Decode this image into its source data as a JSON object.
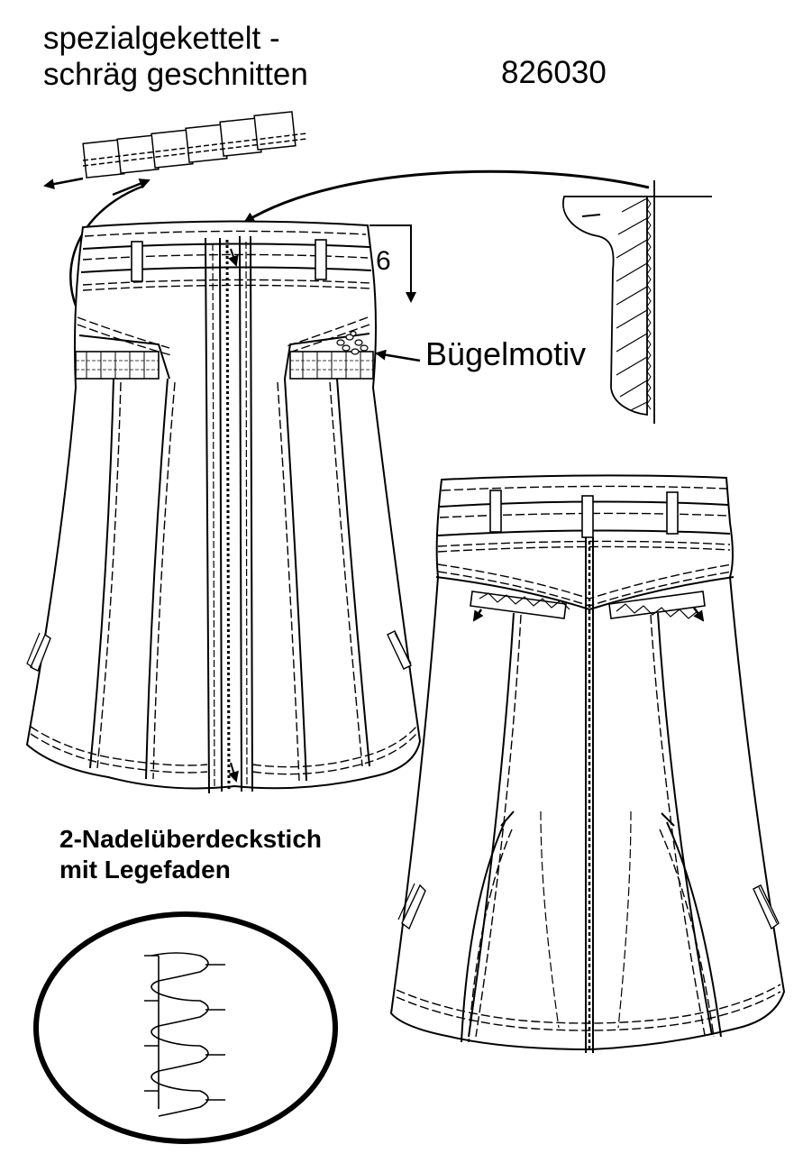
{
  "labels": {
    "title_line1": "spezialgekettelt -",
    "title_line2": "schräg geschnitten",
    "model_number": "826030",
    "dimension_6": "6",
    "buegelmotiv": "Bügelmotiv",
    "stitch_line1": "2-Nadelüberdeckstich",
    "stitch_line2": "mit Legefaden"
  },
  "icons": {
    "stitch_detail": "curved-arrow-icon",
    "stitch_circle": "coverstitch-zigzag-icon"
  },
  "colors": {
    "ink": "#000000",
    "paper": "#ffffff"
  }
}
